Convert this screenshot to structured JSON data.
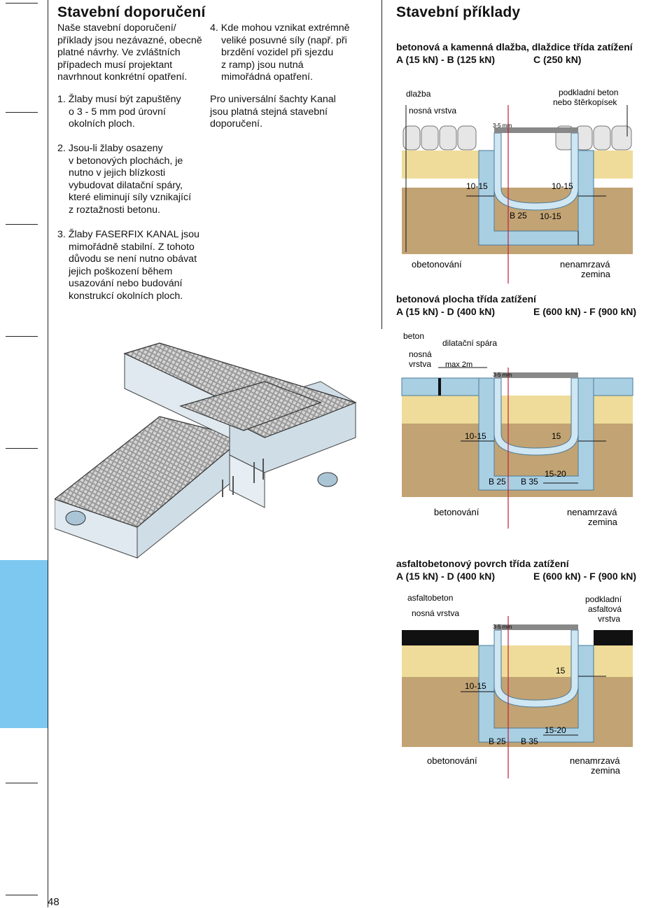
{
  "left": {
    "title": "Stavební doporučení",
    "intro": [
      "Naše stavební doporučení/",
      "příklady jsou nezávazné, obecně",
      "platné návrhy. Ve zvláštních",
      "případech musí projektant",
      "navrhnout konkrétní opatření."
    ],
    "item1": [
      "1. Žlaby musí být zapuštěny",
      "o 3 - 5 mm pod úrovní",
      "okolních ploch."
    ],
    "item2": [
      "2. Jsou-li žlaby osazeny",
      "v betonových plochách, je",
      "nutno v jejich blízkosti",
      "vybudovat dilatační spáry,",
      "které eliminují síly vznikající",
      "z roztažnosti betonu."
    ],
    "item3": [
      "3. Žlaby FASERFIX KANAL jsou",
      "mimořádně stabilní. Z tohoto",
      "důvodu se není nutno obávat",
      "jejich poškození během",
      "usazování nebo budování",
      "konstrukcí okolních ploch."
    ],
    "item4": [
      "4. Kde mohou vznikat extrémně",
      "veliké posuvné síly (např. při",
      "brzdění vozidel při sjezdu",
      "z ramp) jsou nutná",
      "mimořádná opatření."
    ],
    "shafts": [
      "Pro universální šachty Kanal",
      "jsou platná stejná stavební",
      "doporučení."
    ]
  },
  "right": {
    "title": "Stavební příklady",
    "ex1": {
      "title": "betonová a kamenná dlažba, dlaždice třída zatížení",
      "classes_left": "A (15 kN) - B (125 kN)",
      "classes_right": "C (250 kN)",
      "labels": {
        "dlazba": "dlažba",
        "nosna": "nosná vrstva",
        "podklad": [
          "podkladní beton",
          "nebo štěrkopísek"
        ],
        "gap": "3-5 mm",
        "d1": "10-15",
        "d2": "10-15",
        "d3": "10-15",
        "b": "B 25",
        "obet": "obetonování",
        "zemina": [
          "nenamrzavá",
          "zemina"
        ]
      }
    },
    "ex2": {
      "title": "betonová plocha třída zatížení",
      "classes_left": "A (15 kN) - D (400 kN)",
      "classes_right": "E (600 kN) - F (900 kN)",
      "labels": {
        "beton": "beton",
        "nosna": [
          "nosná",
          "vrstva"
        ],
        "dilatace": "dilatační spára",
        "max": "max 2m",
        "gap": "3-5 mm",
        "d1": "10-15",
        "d2": "15",
        "d3": "15-20",
        "b1": "B 25",
        "b2": "B 35",
        "obet": "betonování",
        "zemina": [
          "nenamrzavá",
          "zemina"
        ]
      }
    },
    "ex3": {
      "title": "asfaltobetonový povrch třída zatížení",
      "classes_left": "A (15 kN) - D (400 kN)",
      "classes_right": "E (600 kN) - F (900 kN)",
      "labels": {
        "asfalt": "asfaltobeton",
        "nosna": "nosná vrstva",
        "podklad": [
          "podkladní",
          "asfaltová",
          "vrstva"
        ],
        "gap": "3-5 mm",
        "d1": "10-15",
        "d2": "15",
        "d3": "15-20",
        "b1": "B 25",
        "b2": "B 35",
        "obet": "obetonování",
        "zemina": [
          "nenamrzavá",
          "zemina"
        ]
      }
    }
  },
  "page_number": "48",
  "colors": {
    "sidebar_blue": "#7dc8f1",
    "concrete": "#a9cfe3",
    "soil": "#c2a374",
    "sand": "#efdc9a",
    "axis": "#c0203a"
  }
}
